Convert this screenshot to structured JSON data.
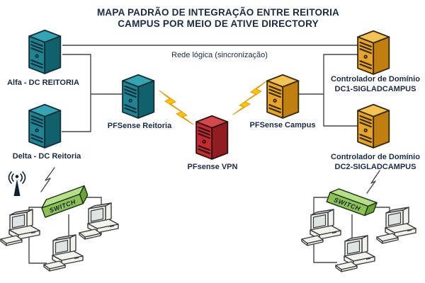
{
  "title": {
    "line1": "MAPA PADRÃO DE INTEGRAÇÃO ENTRE REITORIA",
    "line2": "CAMPUS POR MEIO DE ATIVE DIRECTORY"
  },
  "link_label": "Rede lógica (sincronização)",
  "nodes": {
    "alfa": {
      "label": "Alfa - DC REITORIA",
      "color": "#1f8392"
    },
    "delta": {
      "label": "Delta - DC Reitoria",
      "color": "#1f8392"
    },
    "pfsense_reitoria": {
      "label": "PFSense Reitoria",
      "color": "#1f8392"
    },
    "pfsense_vpn": {
      "label": "PFsense VPN",
      "color": "#c02b30"
    },
    "pfsense_campus": {
      "label": "PFSense Campus",
      "color": "#e7a42c"
    },
    "dc1": {
      "label_line1": "Controlador de Domínio",
      "label_line2": "DC1-SIGLADCAMPUS",
      "color": "#e7a42c"
    },
    "dc2": {
      "label_line1": "Controlador de Domínio",
      "label_line2": "DC2-SIGLADCAMPUS",
      "color": "#e7a42c"
    }
  },
  "lan": {
    "switch_label": "SWITCH"
  },
  "colors": {
    "title_text": "#1b2b44",
    "line": "#474747",
    "bolt_yellow": "#ffc30f",
    "switch_green": "#8cc155",
    "teal": "#1f8392",
    "red": "#c02b30",
    "gold": "#e7a42c"
  }
}
